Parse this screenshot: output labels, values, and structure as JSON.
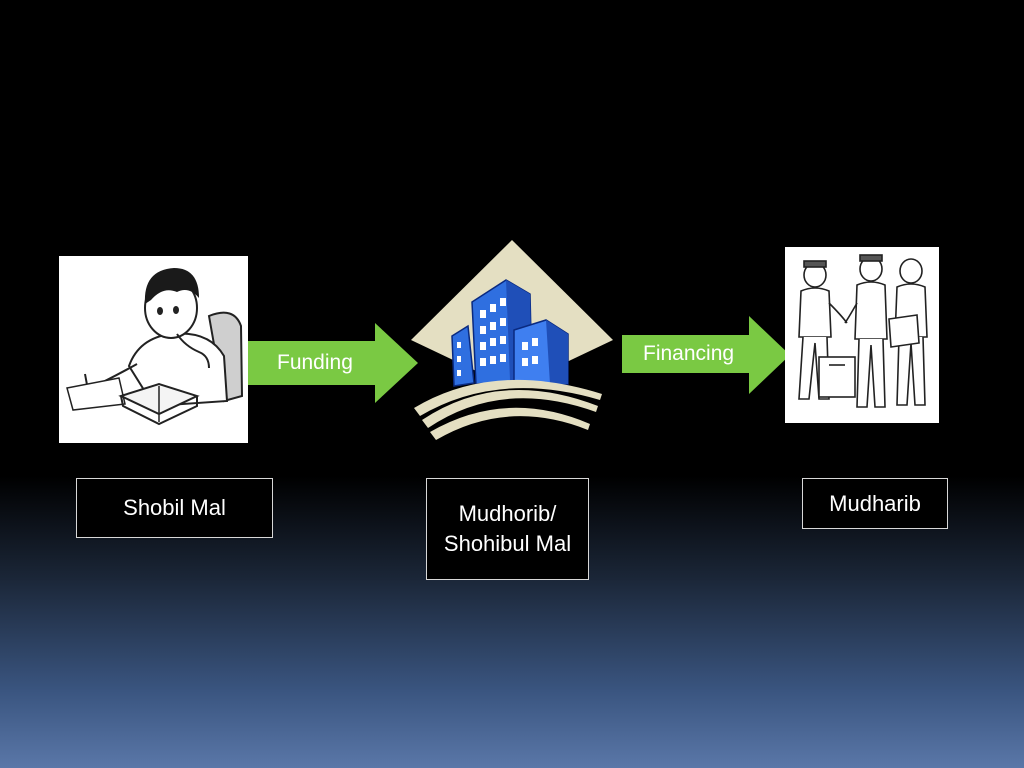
{
  "colors": {
    "arrow_fill": "#7ac943",
    "box_border": "#d8d8d8",
    "building_blue": "#2f6fe0",
    "diamond_bg": "#e4dfc2"
  },
  "arrows": {
    "funding": "Funding",
    "financing": "Financing"
  },
  "nodes": {
    "left": {
      "label": "Shobil Mal",
      "icon": "student-writing-illustration"
    },
    "middle": {
      "line1": "Mudhorib/",
      "line2": "Shohibul Mal",
      "icon": "office-building-icon"
    },
    "right": {
      "label": "Mudharib",
      "icon": "people-handshake-illustration"
    }
  }
}
